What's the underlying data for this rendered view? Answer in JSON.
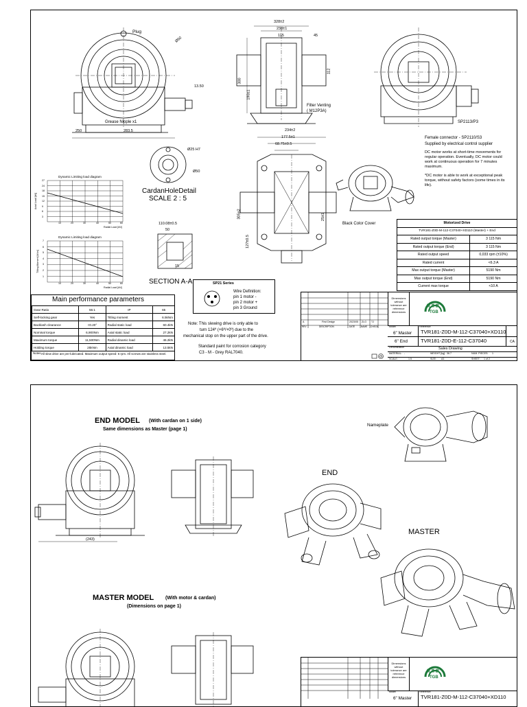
{
  "sheet1": {
    "labels": {
      "plug": "Plug",
      "grease": "Grease Nipple x1",
      "filter": "Filter Venting",
      "filter_sub": "( M12P3A)",
      "sp2113": "SP2113/P3",
      "black_cover": "Black Color Cover",
      "cardan_title": "CardanHoleDetail",
      "cardan_scale": "SCALE 2 : 5",
      "section": "SECTION A-A"
    },
    "dims": {
      "d328": "328±2",
      "d238": "238±1",
      "d115": "115",
      "d45": "45",
      "d300": "300",
      "d190": "190±1",
      "d112": "112",
      "d250": "250",
      "d2835": "283.5",
      "d1350": "13.50",
      "d234": "234±2",
      "d1775": "177.5±1",
      "d6875": "68.75±0.5",
      "d305": "305±2",
      "d127": "127±0.5",
      "d25": "25±1",
      "d110": "110.08±0.5",
      "d50": "50",
      "d15": "15",
      "dia25": "Ø25 H7",
      "dia50": "Ø50",
      "dia60": "Ø60"
    },
    "connector": {
      "line1": "Female connector - SP2110/S3",
      "line2": "Supplied by electrical control supplier",
      "note1": "DC motor works at short-time movements for regular operation. Eventually, DC motor could work at continuous operation for 7 minutes maximum.",
      "note2": "*DC motor is able to work at exceptional peak torque, without safety factors (some times in its life)."
    },
    "charts": [
      {
        "title": "Dynamic Limiting load diagram",
        "ylabel": "Axial Load [kN]",
        "xlabel": "Radial Load [kN]",
        "yticks": [
          "27",
          "24",
          "18",
          "15",
          "12",
          "9",
          "6",
          "3"
        ],
        "xticks": [
          "10",
          "20",
          "30",
          "40",
          "50",
          "60"
        ]
      },
      {
        "title": "Dynamic Limiting load diagram",
        "ylabel": "Tilting Moment [kNm]",
        "xlabel": "Radial Load [kN]",
        "yticks": [
          "7",
          "6",
          "5",
          "4",
          "3",
          "2",
          "1"
        ],
        "xticks": [
          "10",
          "20",
          "30",
          "40",
          "50",
          "60"
        ]
      }
    ],
    "perf": {
      "title": "Main performance parameters",
      "rows": [
        [
          "Gear Ratio",
          "55:1",
          "IP",
          "65"
        ],
        [
          "Self-locking gear",
          "Yes",
          "Titling moment",
          "6.5kNm"
        ],
        [
          "Backlash clearance",
          "<0.20°",
          "Radial static load",
          "60.4kN"
        ],
        [
          "Nominal torque",
          "6,900Nm",
          "Axial static load",
          "27.2kN"
        ],
        [
          "Maximum torque",
          "11,500Nm",
          "Radial dinamic load",
          "46.2kN"
        ],
        [
          "Holding torque",
          "25kNm",
          "Axial dinamic load",
          "13.5kN"
        ]
      ],
      "notes_label": "Notes:",
      "notes": "All slew drive are pre-lubricated. Maximum output speed: 6 rpm. All screws are stainless steel."
    },
    "sp21": {
      "title": "SP21 Series",
      "wire_title": "Wire Definition:",
      "pin1": "pin 1 motor -",
      "pin2": "pin 2 motor +",
      "pin3": "pin 3 Ground"
    },
    "stop_note": {
      "line1": "Note: This slewing drive is only able to",
      "line2": "turn 124º (+6º/+0º) due to the",
      "line3": "mechanical stop on the upper part of the drive.",
      "line4": "Standard paint for corrosion category",
      "line5": "C3 - M - Grey RAL7040."
    },
    "drive": {
      "header": "Motorized Drive",
      "model": "TVR181-Z0D-M-112-C37040+XD110 (Master) + End",
      "rows": [
        [
          "Rated output torque (Master)",
          "3 115 Nm"
        ],
        [
          "Rated output torque (End)",
          "3 115 Nm"
        ],
        [
          "Rated output speed",
          "0,033 rpm (±10%)"
        ],
        [
          "Rated current",
          "<6.3 A"
        ],
        [
          "Max output torque (Master)",
          "5190 Nm"
        ],
        [
          "Max output torque (End)",
          "5190 Nm"
        ],
        [
          "Current max torque",
          "<10 A"
        ]
      ]
    },
    "title_block": {
      "tolerance": "Dimensions without tolerance are reference dimensions",
      "logo_cn": "提 基 欧",
      "logo_en": "TGB",
      "model_label": "Model",
      "reference_label": "Reference",
      "master_label": "6\" Master",
      "master_ref": "TVR181-Z0D-M-112-C37040+XD110",
      "end_label": "6\" End",
      "end_ref": "TVR181-Z0D-E-112-C37040",
      "sign_ca": "CA",
      "rev_row": [
        "A",
        "First Design",
        "2023/05",
        "ZLG",
        "TJ"
      ],
      "rev_head": [
        "REV",
        "DESCRIPTION",
        "DATE",
        "NAME",
        "CHECK"
      ],
      "denomination_label": "Denomination",
      "denomination": "Sales Drawing",
      "material_label": "MATERIAL:",
      "material": "-",
      "weight_label": "WEIGHT [kg]:",
      "weight": "36.7",
      "num_label": "NUM. PIECES:",
      "num": "1",
      "scale_label": "SCALE:",
      "scale": "1:5",
      "size_label": "SIZE:",
      "size": "A3",
      "sheet_label": "SHEET:",
      "sheet": "1 of 2"
    }
  },
  "sheet2": {
    "end_title": "END MODEL",
    "end_sub": "(With cardan on 1 side)",
    "end_note": "Same dimensions as Master (page 1)",
    "dim243": "(243)",
    "nameplate": "Nameplate",
    "end_label": "END",
    "master_label": "MASTER",
    "master_title": "MASTER MODEL",
    "master_sub": "(With motor & cardan)",
    "master_note": "(Dimensions on page 1)",
    "tb_tolerance": "Dimensions without tolerance are reference dimensions",
    "tb_logo_cn": "提 基 欧",
    "tb_logo_en": "TGB",
    "tb_model_label": "Model",
    "tb_reference_label": "Reference",
    "tb_master": "6\" Master",
    "tb_master_ref": "TVR181-Z0D-M-112-C37040+XD110"
  }
}
